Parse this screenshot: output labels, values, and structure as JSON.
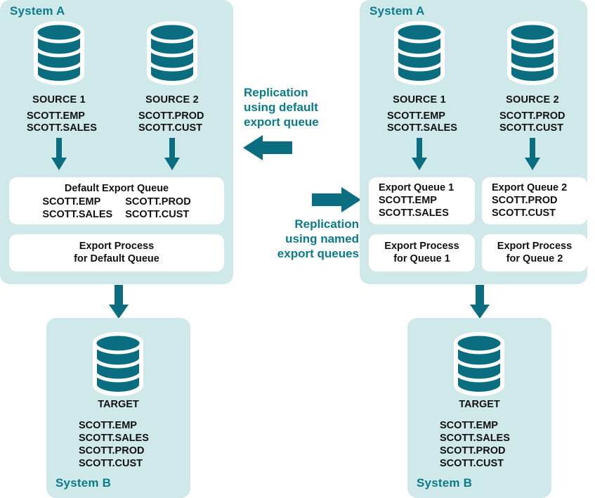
{
  "diagram": {
    "colors": {
      "panel_bg": "#cfe8ea",
      "teal": "#0a6e80",
      "heading_teal": "#0b7b8a",
      "box_bg": "#ffffff",
      "text": "#111111"
    }
  },
  "left": {
    "system_a_title": "System A",
    "system_b_title": "System B",
    "sources": [
      {
        "label": "SOURCE 1",
        "tables": [
          "SCOTT.EMP",
          "SCOTT.SALES"
        ],
        "icon": "database-cylinder-icon"
      },
      {
        "label": "SOURCE 2",
        "tables": [
          "SCOTT.PROD",
          "SCOTT.CUST"
        ],
        "icon": "database-cylinder-icon"
      }
    ],
    "queue": {
      "title": "Default Export Queue",
      "col1": [
        "SCOTT.EMP",
        "SCOTT.SALES"
      ],
      "col2": [
        "SCOTT.PROD",
        "SCOTT.CUST"
      ]
    },
    "process": {
      "line1": "Export Process",
      "line2": "for Default Queue"
    },
    "target": {
      "label": "TARGET",
      "icon": "database-cylinder-icon",
      "tables": [
        "SCOTT.EMP",
        "SCOTT.SALES",
        "SCOTT.PROD",
        "SCOTT.CUST"
      ]
    }
  },
  "right": {
    "system_a_title": "System A",
    "system_b_title": "System B",
    "sources": [
      {
        "label": "SOURCE 1",
        "tables": [
          "SCOTT.EMP",
          "SCOTT.SALES"
        ],
        "icon": "database-cylinder-icon"
      },
      {
        "label": "SOURCE 2",
        "tables": [
          "SCOTT.PROD",
          "SCOTT.CUST"
        ],
        "icon": "database-cylinder-icon"
      }
    ],
    "queues": [
      {
        "title": "Export Queue 1",
        "tables": [
          "SCOTT.EMP",
          "SCOTT.SALES"
        ]
      },
      {
        "title": "Export Queue 2",
        "tables": [
          "SCOTT.PROD",
          "SCOTT.CUST"
        ]
      }
    ],
    "processes": [
      {
        "line1": "Export Process",
        "line2": "for Queue 1"
      },
      {
        "line1": "Export Process",
        "line2": "for Queue 2"
      }
    ],
    "target": {
      "label": "TARGET",
      "icon": "database-cylinder-icon",
      "tables": [
        "SCOTT.EMP",
        "SCOTT.SALES",
        "SCOTT.PROD",
        "SCOTT.CUST"
      ]
    }
  },
  "center": {
    "caption_top": {
      "line1": "Replication",
      "line2": "using default",
      "line3": "export queue",
      "arrow": "arrow-left-icon"
    },
    "caption_bottom": {
      "line1": "Replication",
      "line2": "using named",
      "line3": "export queues",
      "arrow": "arrow-right-icon"
    }
  }
}
